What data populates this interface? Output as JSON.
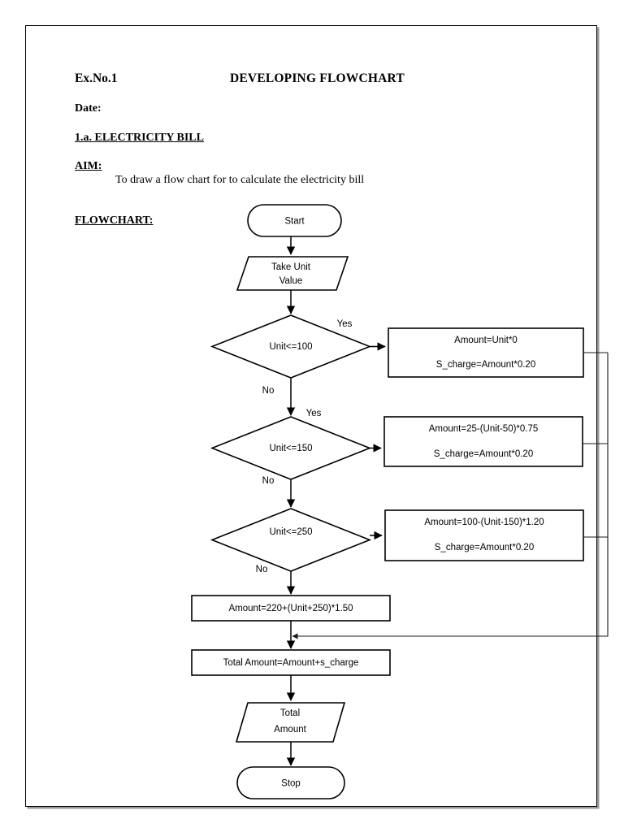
{
  "document": {
    "exercise_no": "Ex.No.1",
    "title": "DEVELOPING FLOWCHART",
    "date_label": "Date:",
    "section": "1.a. ELECTRICITY BILL",
    "aim_label": "AIM:",
    "aim_text": "To draw a flow chart for to calculate the electricity bill",
    "flowchart_label": "FLOWCHART:"
  },
  "chart_data": {
    "type": "diagram",
    "diagram_kind": "flowchart",
    "title": "Electricity Bill Flowchart",
    "nodes": [
      {
        "id": "start",
        "shape": "terminator",
        "text": "Start"
      },
      {
        "id": "input",
        "shape": "parallelogram",
        "line1": "Take Unit",
        "line2": "Value"
      },
      {
        "id": "dec1",
        "shape": "decision",
        "text": "Unit<=100"
      },
      {
        "id": "proc1",
        "shape": "process",
        "line1": "Amount=Unit*0",
        "line2": "S_charge=Amount*0.20"
      },
      {
        "id": "dec2",
        "shape": "decision",
        "text": "Unit<=150"
      },
      {
        "id": "proc2",
        "shape": "process",
        "line1": "Amount=25-(Unit-50)*0.75",
        "line2": "S_charge=Amount*0.20"
      },
      {
        "id": "dec3",
        "shape": "decision",
        "text": "Unit<=250"
      },
      {
        "id": "proc3",
        "shape": "process",
        "line1": "Amount=100-(Unit-150)*1.20",
        "line2": "S_charge=Amount*0.20"
      },
      {
        "id": "proc4",
        "shape": "process",
        "text": "Amount=220+(Unit+250)*1.50"
      },
      {
        "id": "total",
        "shape": "process",
        "text": "Total Amount=Amount+s_charge"
      },
      {
        "id": "output",
        "shape": "parallelogram",
        "line1": "Total",
        "line2": "Amount"
      },
      {
        "id": "stop",
        "shape": "terminator",
        "text": "Stop"
      }
    ],
    "edge_labels": {
      "dec1_yes": "Yes",
      "dec1_no": "No",
      "dec2_yes": "Yes",
      "dec2_no": "No",
      "dec3_no": "No"
    },
    "edges": [
      {
        "from": "start",
        "to": "input"
      },
      {
        "from": "input",
        "to": "dec1"
      },
      {
        "from": "dec1",
        "to": "proc1",
        "label": "Yes"
      },
      {
        "from": "dec1",
        "to": "dec2",
        "label": "No"
      },
      {
        "from": "dec2",
        "to": "proc2",
        "label": "Yes"
      },
      {
        "from": "dec2",
        "to": "dec3",
        "label": "No"
      },
      {
        "from": "dec3",
        "to": "proc3"
      },
      {
        "from": "dec3",
        "to": "proc4",
        "label": "No"
      },
      {
        "from": "proc1",
        "to": "total"
      },
      {
        "from": "proc2",
        "to": "total"
      },
      {
        "from": "proc3",
        "to": "total"
      },
      {
        "from": "proc4",
        "to": "total"
      },
      {
        "from": "total",
        "to": "output"
      },
      {
        "from": "output",
        "to": "stop"
      }
    ],
    "colors": {
      "stroke": "#000000",
      "fill": "#ffffff",
      "page_border": "#000000",
      "page_shadow": "#9a9a9a"
    }
  }
}
